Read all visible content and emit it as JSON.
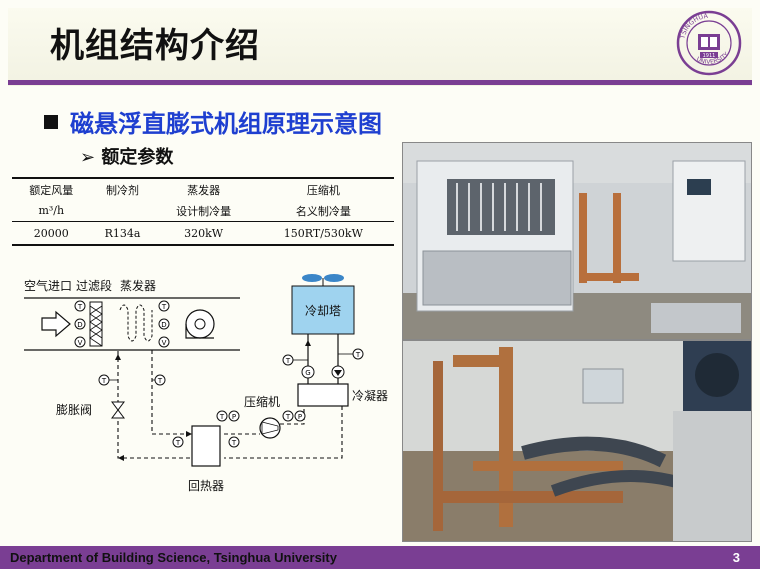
{
  "slide": {
    "title": "机组结构介绍",
    "section_title": "磁悬浮直膨式机组原理示意图",
    "subsection_title": "➢ 额定参数",
    "footer": "Department of Building Science, Tsinghua University",
    "page_number": "3",
    "accent_color": "#7a3e93",
    "section_color": "#1e3fd0"
  },
  "logo": {
    "top_text": "TSINGHUA",
    "side_text": "UNIVERSITY",
    "year": "1911"
  },
  "params_table": {
    "headers_row1": [
      "额定风量",
      "制冷剂",
      "蒸发器",
      "压缩机"
    ],
    "headers_row2": [
      "m³/h",
      "",
      "设计制冷量",
      "名义制冷量"
    ],
    "row": [
      "20000",
      "R134a",
      "320kW",
      "150RT/530kW"
    ]
  },
  "diagram": {
    "label_air_inlet": "空气进口",
    "label_filter": "过滤段",
    "label_evaporator": "蒸发器",
    "label_cooling_tower": "冷却塔",
    "label_compressor": "压缩机",
    "label_condenser": "冷凝器",
    "label_expansion_valve": "膨胀阀",
    "label_regenerator": "回热器",
    "sensor_T": "T",
    "sensor_D": "D",
    "sensor_V": "V",
    "sensor_P": "P",
    "sensor_G": "G"
  }
}
